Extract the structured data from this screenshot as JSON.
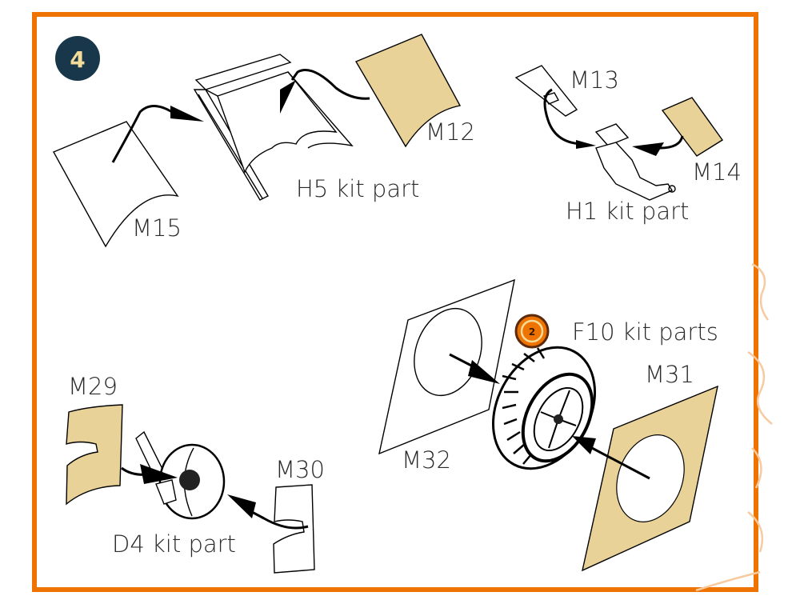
{
  "diagram": {
    "step_number": "4",
    "frame_color": "#ef7300",
    "step_badge_color": "#18374a",
    "step_badge_text_color": "#f3dc9a",
    "mask_color": "#e8d298",
    "groups": [
      {
        "id": "canopy",
        "kit_part": "H5 kit part",
        "masks": [
          {
            "label": "M15",
            "colored": false
          },
          {
            "label": "M12",
            "colored": true
          }
        ]
      },
      {
        "id": "h1",
        "kit_part": "H1 kit part",
        "masks": [
          {
            "label": "M13",
            "colored": false
          },
          {
            "label": "M14",
            "colored": true
          }
        ]
      },
      {
        "id": "wheel",
        "kit_part": "F10 kit parts",
        "repeat_icon": "repeat-x2-icon",
        "repeat_count": "2",
        "masks": [
          {
            "label": "M32",
            "colored": false
          },
          {
            "label": "M31",
            "colored": true
          }
        ]
      },
      {
        "id": "tailwheel",
        "kit_part": "D4 kit part",
        "masks": [
          {
            "label": "M29",
            "colored": true
          },
          {
            "label": "M30",
            "colored": false
          }
        ]
      }
    ]
  }
}
